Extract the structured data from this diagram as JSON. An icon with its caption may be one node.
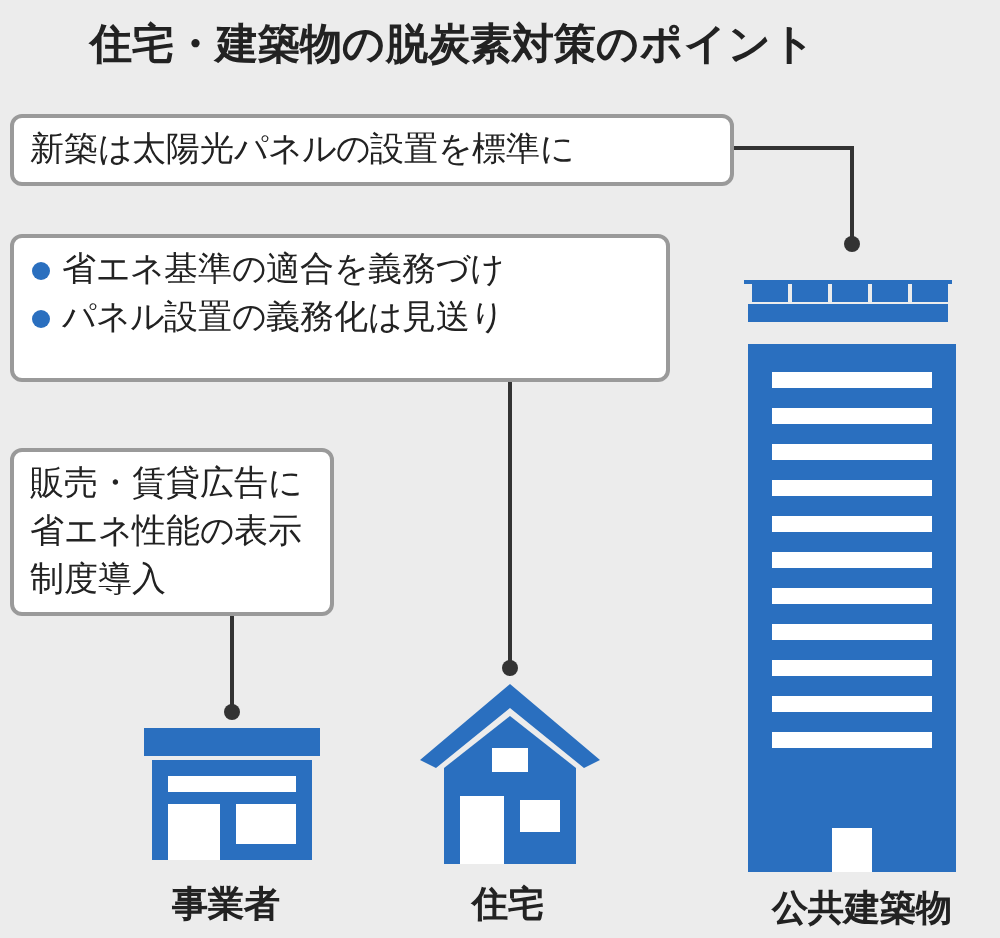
{
  "diagram": {
    "title": "住宅・建築物の脱炭素対策のポイント",
    "nodes": [
      {
        "text": [
          "新築は太陽光パネルの設置を標準に"
        ]
      },
      {
        "text": [
          "省エネ基準の適合を義務づけ",
          "パネル設置の義務化は見送り"
        ]
      },
      {
        "text": [
          "販売・賃貸広告に省エネ性能の表示制度導入"
        ]
      },
      {
        "text": [],
        "shape": "picture",
        "beside": [
          "公共建築物"
        ]
      },
      {
        "text": [],
        "shape": "picture",
        "beside": [
          "事業者"
        ]
      },
      {
        "text": [],
        "shape": "picture",
        "beside": [
          "住宅"
        ]
      }
    ],
    "edges": [
      {
        "from": 0,
        "to": 3,
        "arrow": "other"
      },
      {
        "from": 1,
        "to": 5,
        "arrow": "other"
      },
      {
        "from": 2,
        "to": 4,
        "arrow": "other"
      }
    ]
  }
}
